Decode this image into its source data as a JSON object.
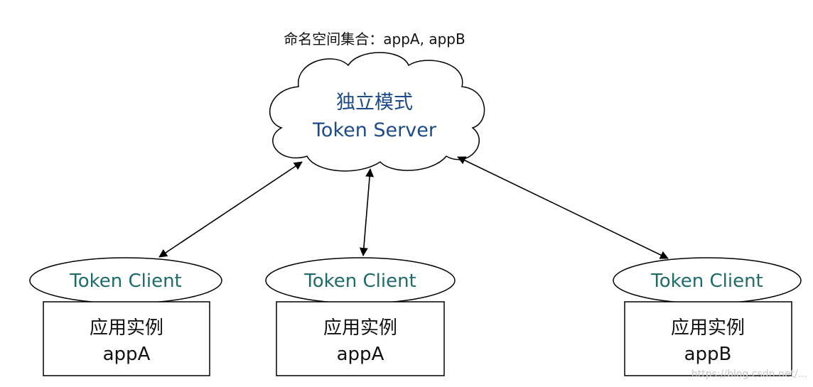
{
  "diagram": {
    "caption": "命名空间集合：appA, appB",
    "server": {
      "line1": "独立模式",
      "line2": "Token Server"
    },
    "clients": [
      {
        "client_label": "Token Client",
        "instance_line1": "应用实例",
        "instance_line2": "appA"
      },
      {
        "client_label": "Token Client",
        "instance_line1": "应用实例",
        "instance_line2": "appA"
      },
      {
        "client_label": "Token Client",
        "instance_line1": "应用实例",
        "instance_line2": "appB"
      }
    ],
    "watermark": "https://blog.csdn.net/...",
    "colors": {
      "server_text": "#1d4a8a",
      "client_text": "#1d6b6b",
      "stroke": "#000000",
      "background": "#ffffff"
    }
  }
}
